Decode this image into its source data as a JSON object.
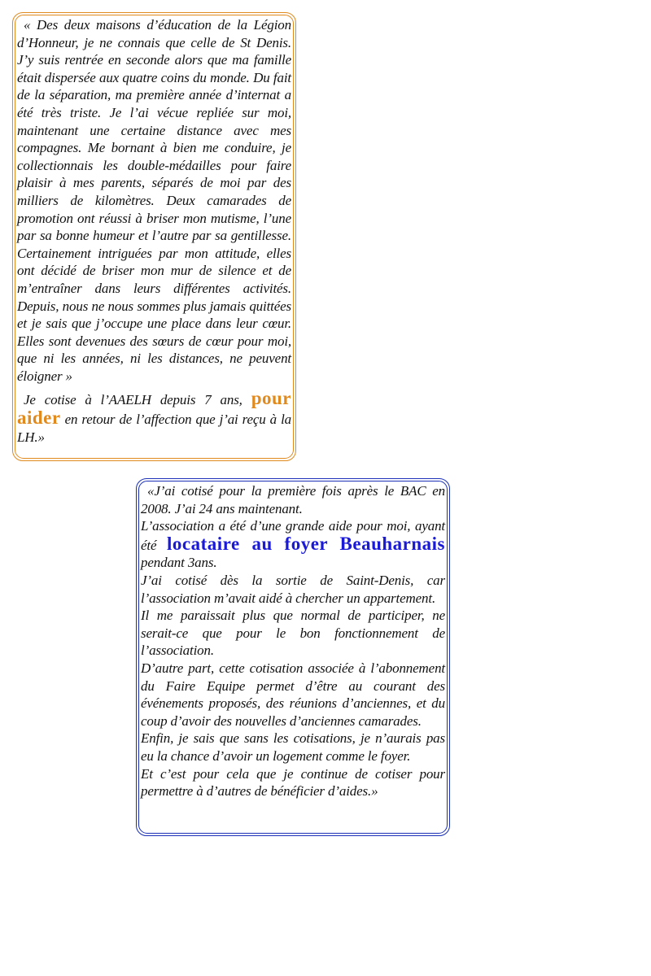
{
  "testimonials": [
    {
      "accent": "#e08a1e",
      "paragraphs": [
        "« Des deux maisons d’éducation de la Légion d’Honneur, je ne connais que celle de St Denis. J’y suis rentrée en seconde alors que ma famille était dispersée aux quatre coins du monde. Du fait de la séparation, ma première année d’internat a été très triste. Je l’ai vécue repliée sur moi, maintenant une certaine distance avec mes compagnes. Me bornant à bien me conduire, je collectionnais les double-médailles pour faire plaisir à mes parents, séparés de moi par des milliers de kilomètres. Deux camarades de promotion ont réussi à briser mon mutisme, l’une par sa bonne humeur et l’autre par sa gentillesse. Certainement intriguées par mon attitude, elles ont décidé de briser mon mur de silence et de m’entraîner dans leurs différentes activités. Depuis, nous ne nous sommes plus jamais quittées et je sais que j’occupe une place dans leur cœur. Elles sont devenues des sœurs de cœur pour moi, que ni les années, ni les distances, ne peuvent éloigner »"
      ],
      "closing": {
        "before": "Je cotise à l’AAELH depuis 7 ans, ",
        "highlight": "pour aider",
        "after": " en retour de l’affection que j’ai reçu à la LH.»"
      }
    },
    {
      "accent": "#1a2fb5",
      "intro": "«J’ai cotisé pour la première fois après le BAC en 2008. J’ai 24 ans maintenant.",
      "aid": {
        "before": "L’association a été d’une grande aide pour moi, ayant été ",
        "highlight": "locataire au foyer Beauharnais",
        "after": " pendant 3ans."
      },
      "paragraphs": [
        "J’ai cotisé dès la sortie de Saint-Denis, car l’association m’avait aidé à chercher un appartement.",
        "Il me paraissait plus que normal de participer, ne serait-ce que pour le bon fonctionnement de l’association.",
        "D’autre part, cette cotisation associée à l’abonnement du Faire Equipe permet d’être au courant des événements proposés, des réunions d’anciennes, et du coup d’avoir des nouvelles d’anciennes camarades.",
        "Enfin, je sais que sans les cotisations, je n’aurais pas eu la chance d’avoir un logement comme le foyer.",
        "Et c’est pour cela que je continue de cotiser pour permettre à d’autres de bénéficier d’aides.»"
      ]
    }
  ]
}
